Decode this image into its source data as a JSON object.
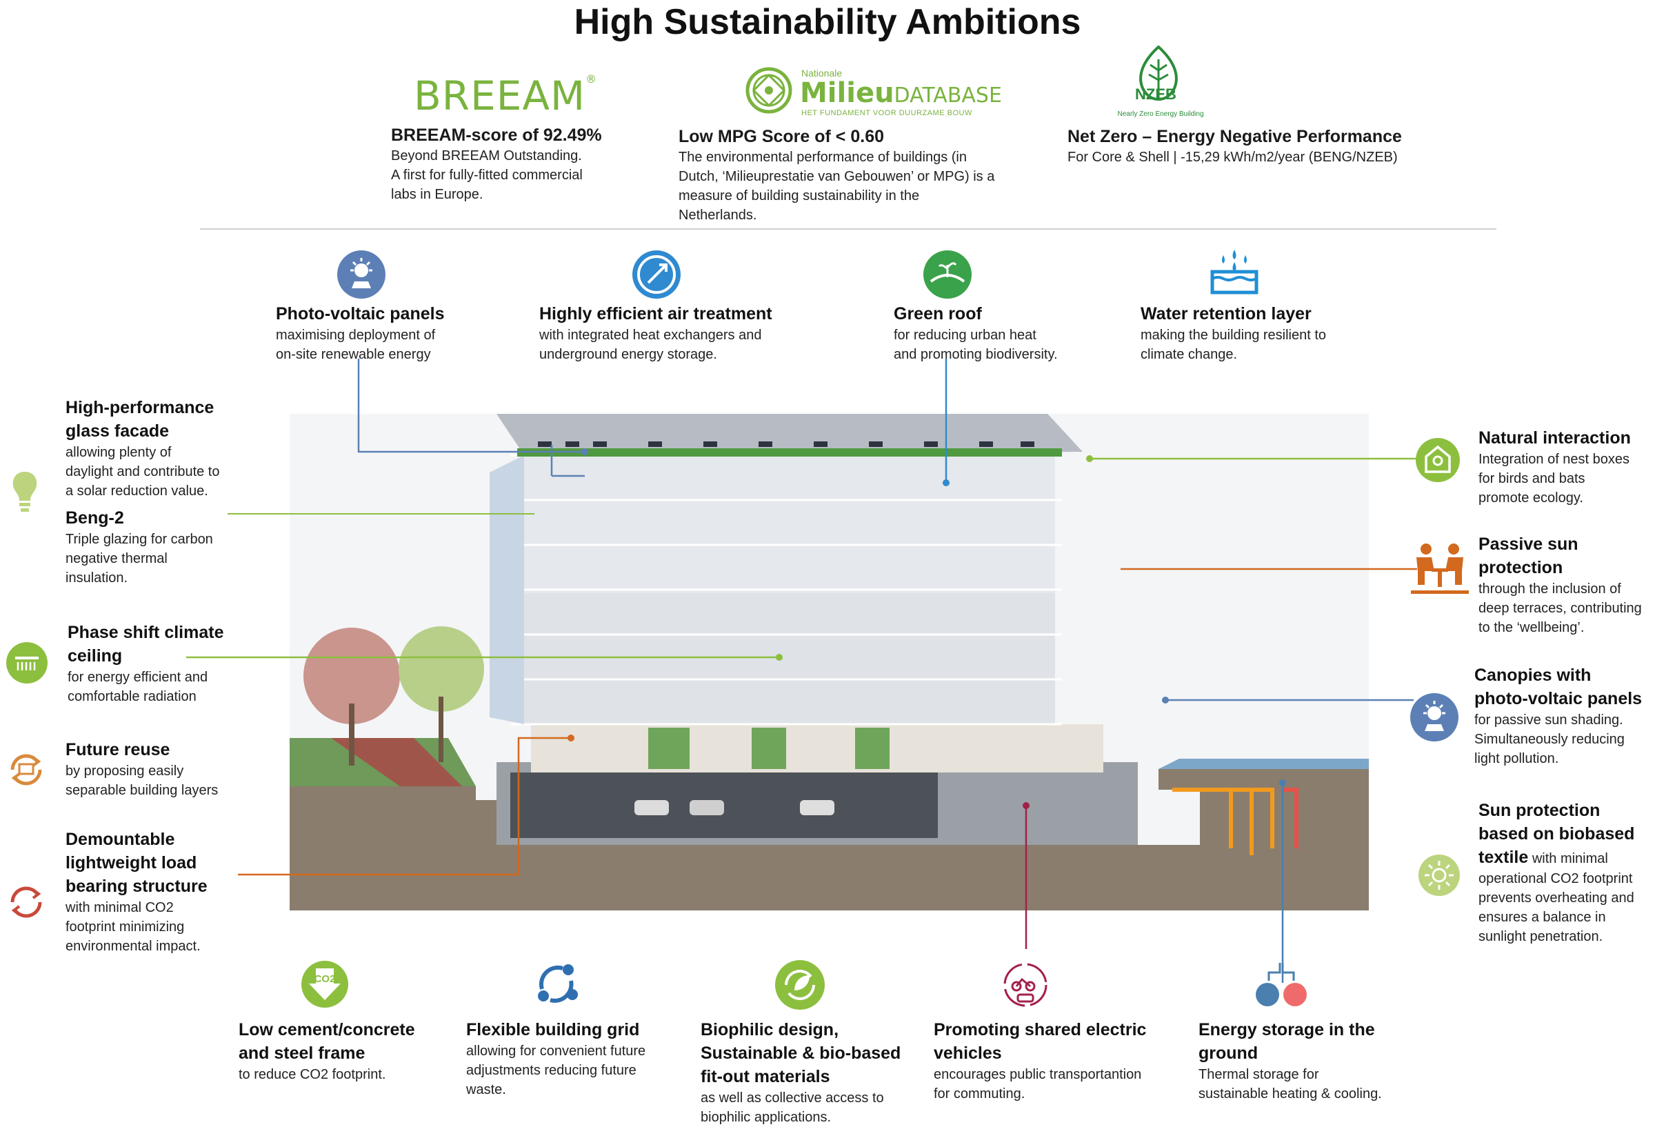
{
  "title": "High Sustainability Ambitions",
  "certifications": [
    {
      "logo_text": "BREEAM",
      "heading": "BREEAM-score of 92.49%",
      "body": [
        "Beyond BREEAM Outstanding.",
        "A first for fully-fitted commercial",
        "labs in Europe."
      ]
    },
    {
      "logo_small": "Nationale",
      "logo_main": "Milieu",
      "logo_main_light": "DATABASE",
      "logo_tagline": "HET FUNDAMENT VOOR DUURZAME BOUW",
      "heading": "Low MPG Score of < 0.60",
      "body": [
        "The environmental performance of buildings (in",
        "Dutch, ‘Milieuprestatie van Gebouwen’ or MPG) is a",
        "measure of building sustainability in the",
        "Netherlands."
      ]
    },
    {
      "logo_text": "NZEB",
      "logo_sub": "Nearly Zero Energy Building",
      "heading": "Net Zero – Energy Negative Performance",
      "body": [
        "For Core & Shell | -15,29 kWh/m2/year (BENG/NZEB)"
      ]
    }
  ],
  "top_features": [
    {
      "heading": "Photo-voltaic panels",
      "body": [
        "maximising deployment of",
        "on-site renewable energy"
      ],
      "icon": "solar-panel-icon"
    },
    {
      "heading": "Highly efficient air treatment",
      "body": [
        "with integrated heat exchangers and",
        "underground energy storage."
      ],
      "icon": "air-treatment-icon"
    },
    {
      "heading": "Green roof",
      "body": [
        "for reducing urban heat",
        "and promoting biodiversity."
      ],
      "icon": "green-roof-icon"
    },
    {
      "heading": "Water retention layer",
      "body": [
        "making the building resilient to",
        "climate change."
      ],
      "icon": "water-retention-icon"
    }
  ],
  "left_features": [
    {
      "heading": [
        "High-performance",
        "glass facade"
      ],
      "body": [
        "allowing plenty of",
        "daylight and contribute to",
        "a solar reduction value."
      ],
      "icon": "light-bulb-icon"
    },
    {
      "heading": [
        "Beng-2"
      ],
      "body": [
        "Triple glazing for carbon",
        "negative thermal",
        "insulation."
      ]
    },
    {
      "heading": [
        "Phase shift climate",
        "ceiling"
      ],
      "body": [
        "for energy efficient and",
        "comfortable radiation"
      ],
      "icon": "climate-ceiling-icon"
    },
    {
      "heading": [
        "Future reuse"
      ],
      "body": [
        "by proposing easily",
        "separable building layers"
      ],
      "icon": "reuse-icon"
    },
    {
      "heading": [
        "Demountable",
        "lightweight load",
        "bearing structure"
      ],
      "body": [
        "with minimal CO2",
        "footprint minimizing",
        "environmental impact."
      ],
      "icon": "recycle-icon"
    }
  ],
  "right_features": [
    {
      "heading": [
        "Natural interaction"
      ],
      "body": [
        "Integration of nest boxes",
        "for birds and bats",
        "promote ecology."
      ],
      "icon": "nest-box-icon"
    },
    {
      "heading": [
        "Passive sun",
        "protection"
      ],
      "body": [
        "through the inclusion of",
        "deep terraces, contributing",
        "to the ‘wellbeing’."
      ],
      "icon": "terrace-icon"
    },
    {
      "heading": [
        "Canopies with",
        "photo-voltaic panels"
      ],
      "body": [
        "for passive sun shading.",
        "Simultaneously reducing",
        "light pollution."
      ],
      "icon": "solar-canopy-icon"
    },
    {
      "heading": [
        "Sun protection",
        "based on biobased",
        "textile"
      ],
      "inline": " with minimal",
      "body": [
        "operational CO2 footprint",
        "prevents overheating and",
        "ensures a balance in",
        "sunlight penetration."
      ],
      "icon": "sun-icon"
    }
  ],
  "bottom_features": [
    {
      "heading": [
        "Low cement/concrete",
        "and steel frame"
      ],
      "body": [
        "to reduce CO2 footprint."
      ],
      "icon": "co2-icon",
      "icon_text": "CO2"
    },
    {
      "heading": [
        "Flexible building grid"
      ],
      "body": [
        "allowing for convenient future",
        "adjustments reducing future",
        "waste."
      ],
      "icon": "grid-cycle-icon"
    },
    {
      "heading": [
        "Biophilic design,",
        "Sustainable & bio-based",
        "fit-out materials"
      ],
      "body": [
        "as well as collective access to",
        "biophilic applications."
      ],
      "icon": "leaf-cycle-icon"
    },
    {
      "heading": [
        "Promoting shared electric",
        "vehicles"
      ],
      "body": [
        "encourages public transportantion",
        "for commuting."
      ],
      "icon": "shared-vehicles-icon"
    },
    {
      "heading": [
        "Energy storage in the",
        "ground"
      ],
      "body": [
        "Thermal storage for",
        "sustainable heating & cooling."
      ],
      "icon": "ground-storage-icon"
    }
  ],
  "colors": {
    "green": "#8dbf3f",
    "blue": "#5c80b5",
    "dark_blue": "#2f6fb0",
    "green_roof": "#3aa24b",
    "orange": "#d2691e",
    "red": "#c94a3a",
    "magenta": "#a3204a",
    "teal": "#4a7fb0",
    "ground": "#8a7d6d"
  }
}
